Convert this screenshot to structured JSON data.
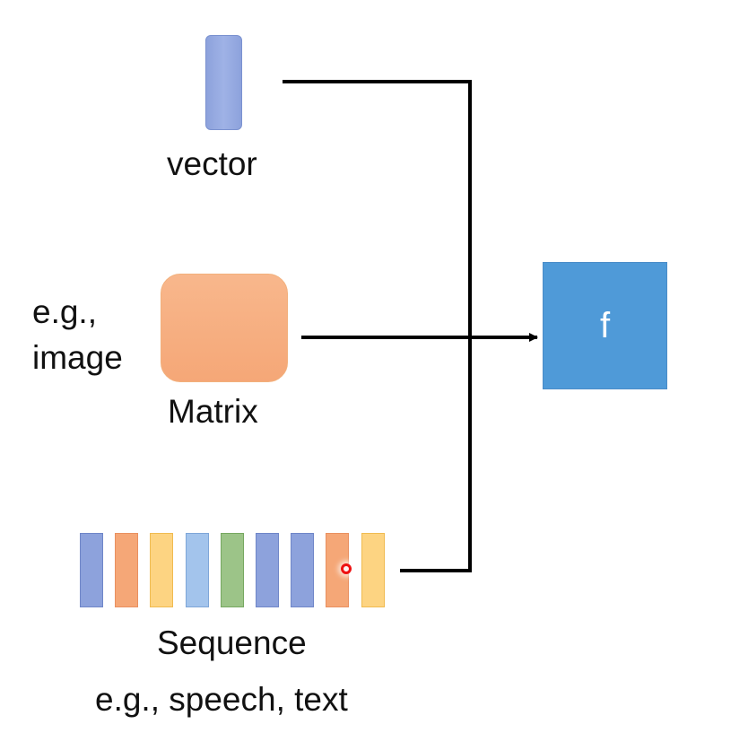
{
  "vector": {
    "label": "vector",
    "color": "#8da2dc"
  },
  "matrix": {
    "label": "Matrix",
    "example": [
      "e.g.,",
      "image"
    ],
    "color": "#f5a777"
  },
  "function_box": {
    "label": "f",
    "color": "#4f9ad8"
  },
  "sequence": {
    "label": "Sequence",
    "example": "e.g., speech, text",
    "items": [
      {
        "color": "#8da2dc",
        "border": "#6f86c8"
      },
      {
        "color": "#f5a777",
        "border": "#e99060"
      },
      {
        "color": "#fdd482",
        "border": "#f0bb50"
      },
      {
        "color": "#a3c4ec",
        "border": "#7ea6d8"
      },
      {
        "color": "#9cc488",
        "border": "#76a860"
      },
      {
        "color": "#8da2dc",
        "border": "#6f86c8"
      },
      {
        "color": "#8da2dc",
        "border": "#6f86c8"
      },
      {
        "color": "#f5a777",
        "border": "#e99060"
      },
      {
        "color": "#fdd482",
        "border": "#f0bb50"
      }
    ]
  }
}
